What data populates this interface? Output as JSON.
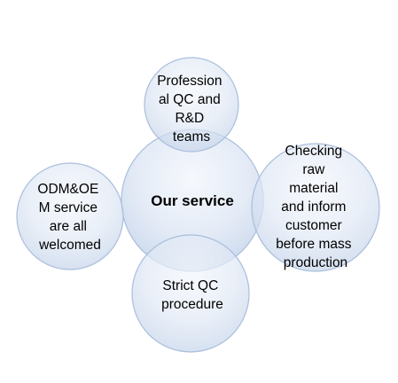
{
  "diagram": {
    "center": {
      "label": "Our service"
    },
    "top": {
      "lines": [
        "Profession",
        "al QC and",
        "R&D",
        "teams"
      ]
    },
    "left": {
      "lines": [
        "ODM&OE",
        "M service",
        "are all",
        "welcomed"
      ]
    },
    "right": {
      "lines": [
        "Checking",
        "raw",
        "material",
        "and inform",
        "customer",
        "before mass",
        "production"
      ]
    },
    "bottom": {
      "lines": [
        "Strict QC",
        "procedure"
      ]
    }
  },
  "colors": {
    "circle_fill_light": "#f4f7fc",
    "circle_fill_dark": "#c5d4ea",
    "circle_stroke": "#a9bedc"
  }
}
